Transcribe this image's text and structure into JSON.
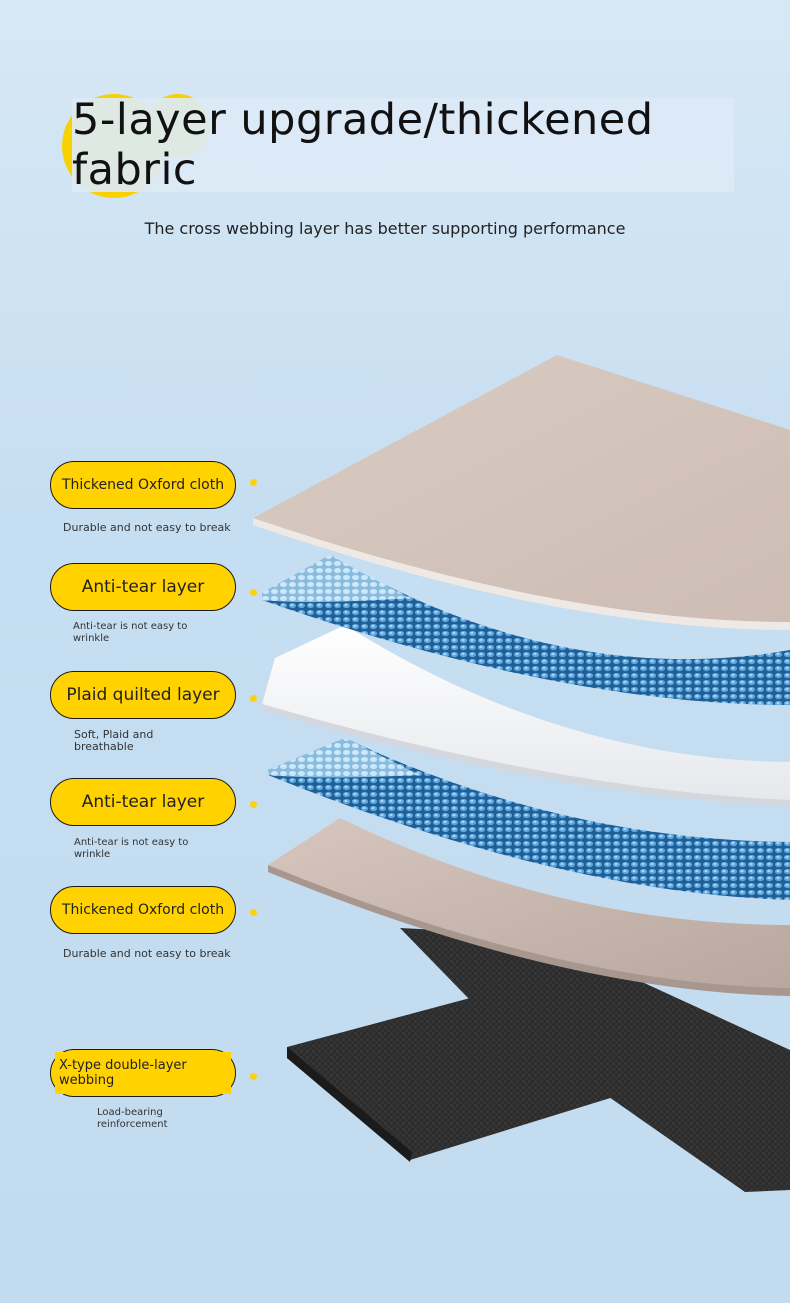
{
  "header": {
    "title": "5-layer upgrade/thickened fabric",
    "subtitle": "The cross webbing layer has better supporting performance"
  },
  "layers": [
    {
      "label": "Thickened Oxford cloth",
      "desc": "Durable and not easy to break"
    },
    {
      "label": "Anti-tear layer",
      "desc": "Anti-tear is not easy to wrinkle"
    },
    {
      "label": "Plaid quilted layer",
      "desc": "Soft, Plaid and breathable"
    },
    {
      "label": "Anti-tear layer",
      "desc": "Anti-tear is not easy to wrinkle"
    },
    {
      "label": "Thickened Oxford cloth",
      "desc": "Durable and not easy to break"
    },
    {
      "label": "X-type double-layer webbing",
      "desc": "Load-bearing reinforcement"
    }
  ],
  "colors": {
    "accent": "#ffd200",
    "oxford": "#d3c4bc",
    "mesh": "#2f6fa8",
    "quilted": "#f2f2f2",
    "webbing": "#2a2a2a"
  }
}
